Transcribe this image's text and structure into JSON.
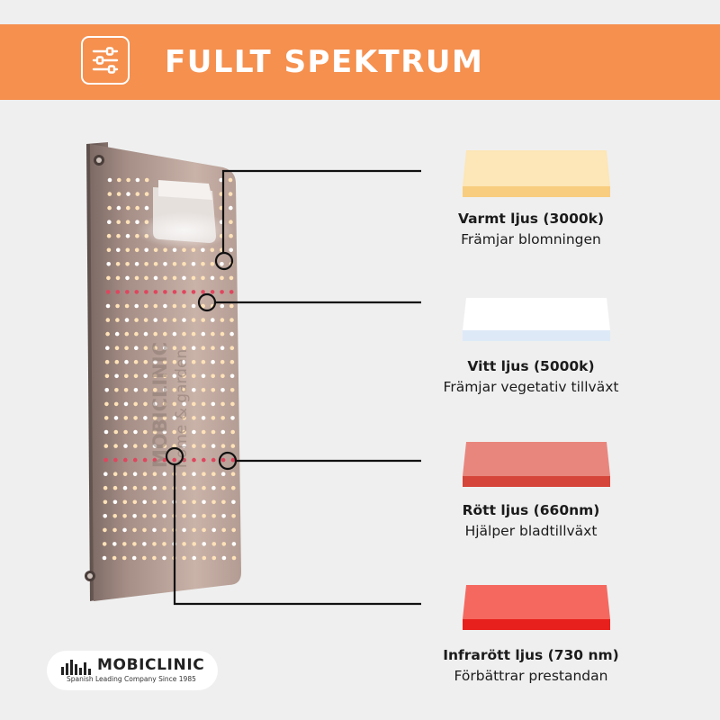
{
  "banner": {
    "title": "FULLT SPEKTRUM",
    "icon": "sliders-icon",
    "color": "#f5904f"
  },
  "product": {
    "name": "led-grow-light-panel",
    "print_brand": "MOBICLINIC",
    "print_tagline": "home & garden"
  },
  "spectrum": [
    {
      "title": "Varmt ljus (3000k)",
      "desc": "Främjar blomningen",
      "color": "#fde3ad"
    },
    {
      "title": "Vitt ljus (5000k)",
      "desc": "Främjar vegetativ tillväxt",
      "color": "#fdfdfd"
    },
    {
      "title": "Rött ljus (660nm)",
      "desc": "Hjälper bladtillväxt",
      "color": "#e8837a"
    },
    {
      "title": "Infrarött ljus (730 nm)",
      "desc": "Förbättrar prestandan",
      "color": "#f4665f"
    }
  ],
  "logo": {
    "name": "MOBICLINIC",
    "tagline": "Spanish Leading Company Since 1985"
  }
}
